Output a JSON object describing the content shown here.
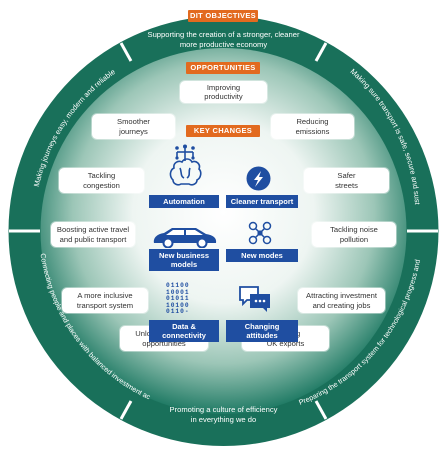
{
  "colors": {
    "ring": "#19705a",
    "ring_dark": "#0f5a47",
    "inner_gradient_center": "#ffffff",
    "inner_gradient_edge": "#1f7a64",
    "orange": "#e26a1f",
    "blue": "#1f4ea1",
    "icon_blue": "#1f4ea1"
  },
  "tags": {
    "dit_objectives": "DIT OBJECTIVES",
    "opportunities": "OPPORTUNITIES",
    "key_changes": "KEY CHANGES"
  },
  "objectives": {
    "top": "Supporting the creation of a stronger, cleaner\nmore productive economy",
    "left": "Making journeys easy, modern and reliable",
    "right": "Making sure transport is safe, secure and sustainable",
    "lower_left": "Connecting people and places with balanced investment across the country",
    "lower_right": "Preparing the transport system for technological progress and a prosperous future outside the EU",
    "bottom": "Promoting a culture of efficiency\nin everything we do"
  },
  "opportunities": {
    "improving_productivity": "Improving\nproductivity",
    "smoother_journeys": "Smoother\njourneys",
    "reducing_emissions": "Reducing\nemissions",
    "tackling_congestion": "Tackling\ncongestion",
    "safer_streets": "Safer\nstreets",
    "active_travel": "Boosting active travel\nand public transport",
    "tackling_noise": "Tackling noise\npollution",
    "inclusive_transport": "A more inclusive\ntransport system",
    "attracting_investment": "Attracting investment\nand creating jobs",
    "spatial_opportunities": "Unlocking spatial\nopportunities",
    "boosting_exports": "Boosting\nUK exports"
  },
  "key_changes": {
    "automation": "Automation",
    "cleaner_transport": "Cleaner transport",
    "new_business_models": "New business\nmodels",
    "new_modes": "New modes",
    "data_connectivity": "Data &\nconnectivity",
    "changing_attitudes": "Changing\nattitudes"
  },
  "binary_text": "01100\n10001\n01011\n10100\n0110-"
}
